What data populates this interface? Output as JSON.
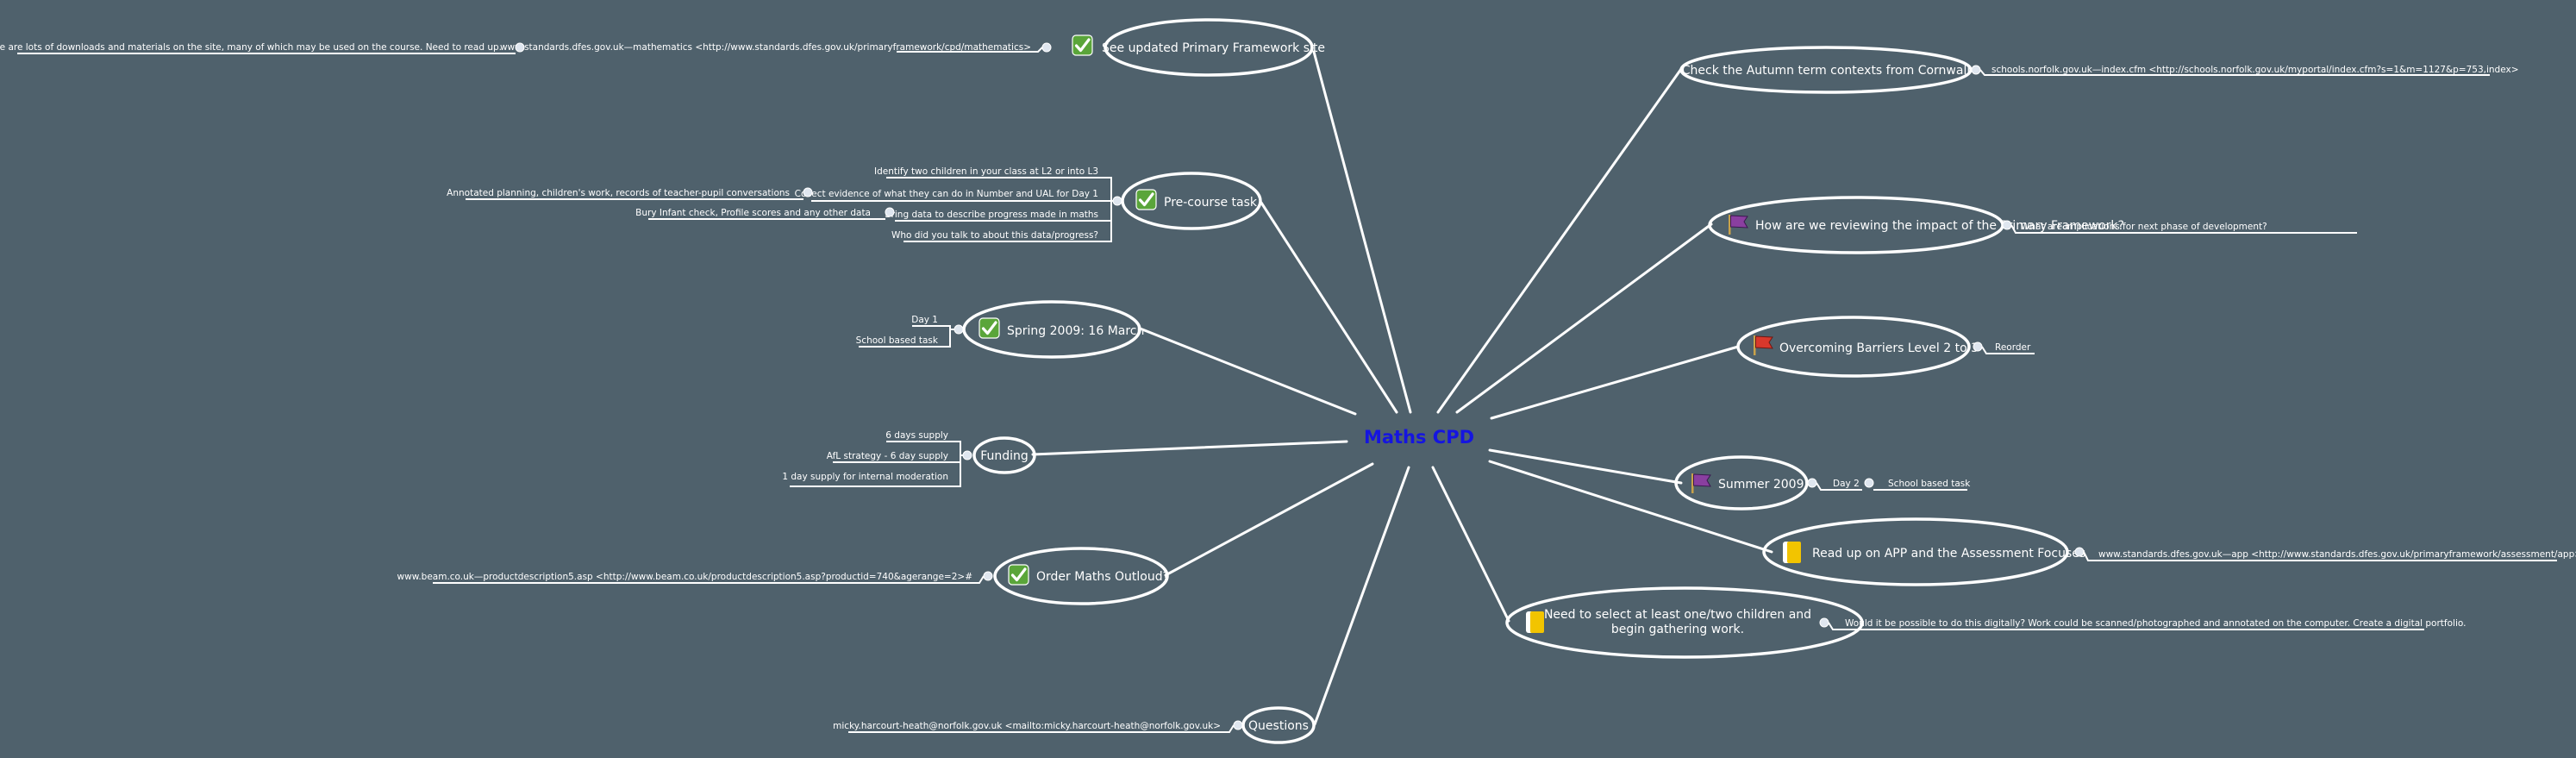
{
  "center": {
    "label": "Maths CPD"
  },
  "colors": {
    "background": "#4f616c",
    "center_text": "#1515e0",
    "lines": "#ffffff",
    "check": "#5aa53a",
    "flag_red": "#d8382c",
    "flag_purple": "#8a3fa0",
    "note_yellow": "#f2c400"
  },
  "left_branches": [
    {
      "label": "See updated Primary Framework site",
      "icon": "check-icon",
      "link": "www.standards.dfes.gov.uk—mathematics <http://www.standards.dfes.gov.uk/primaryframework/cpd/mathematics>",
      "note": "There are lots of downloads and materials on the site, many of which may be used on the course. Need to read up."
    },
    {
      "label": "Pre-course task",
      "icon": "check-icon",
      "children": [
        "Identify two children in your class at L2 or into L3",
        "Collect evidence of what they can do in Number and UAL for Day 1",
        "Bring data to describe progress made in maths",
        "Who did you talk to about this data/progress?"
      ],
      "sub_notes": {
        "evidence": "Annotated planning, children's work, records of teacher-pupil conversations",
        "data": "Bury Infant check, Profile scores and any other data"
      }
    },
    {
      "label": "Spring 2009: 16 March",
      "icon": "check-icon",
      "children": [
        "Day 1",
        "School based task"
      ]
    },
    {
      "label": "Funding",
      "children": [
        "6 days supply",
        "AfL strategy - 6 day supply",
        "1 day supply for internal moderation"
      ]
    },
    {
      "label": "Order Maths Outloud?",
      "icon": "check-icon",
      "link": "www.beam.co.uk—productdescription5.asp <http://www.beam.co.uk/productdescription5.asp?productid=740&agerange=2>#"
    },
    {
      "label": "Questions",
      "link": "micky.harcourt-heath@norfolk.gov.uk <mailto:micky.harcourt-heath@norfolk.gov.uk>"
    }
  ],
  "right_branches": [
    {
      "label": "Check the Autumn term contexts from Cornwall",
      "link": "schools.norfolk.gov.uk—index.cfm <http://schools.norfolk.gov.uk/myportal/index.cfm?s=1&m=1127&p=753,index>"
    },
    {
      "label": "How are we reviewing the impact of the Primary Framework?",
      "icon": "purple-flag-icon",
      "child": "What are implications for next phase of development?"
    },
    {
      "label": "Overcoming Barriers Level 2 to 3",
      "icon": "red-flag-icon",
      "child": "Reorder"
    },
    {
      "label": "Summer 2009:",
      "icon": "purple-flag-icon",
      "child": "Day 2",
      "grandchild": "School based task"
    },
    {
      "label": "Read up on APP and the Assessment Focuses",
      "icon": "note-icon",
      "link": "www.standards.dfes.gov.uk—app <http://www.standards.dfes.gov.uk/primaryframework/assessment/app>"
    },
    {
      "label_line1": "Need to select at least one/two children and",
      "label_line2": "begin gathering work.",
      "icon": "note-icon",
      "child": "Would it be possible to do this digitally? Work could be scanned/photographed and annotated on the computer. Create a digital portfolio."
    }
  ]
}
